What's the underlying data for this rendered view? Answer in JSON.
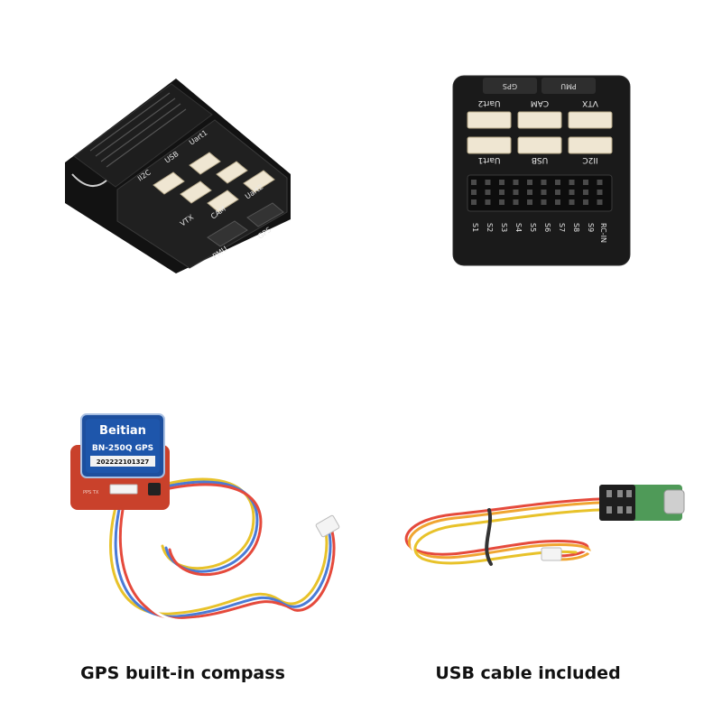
{
  "top_left_module": {
    "port_labels": [
      "Uart1",
      "USB",
      "II2C",
      "Uart2",
      "CAM",
      "VTX",
      "GPS",
      "PMU"
    ]
  },
  "top_right_module": {
    "header_labels": [
      "GPS",
      "PMU"
    ],
    "port_labels_top": [
      "Uart2",
      "CAM",
      "VTX"
    ],
    "port_labels_bottom": [
      "Uart1",
      "USB",
      "II2C"
    ],
    "pin_labels": [
      "S1",
      "S2",
      "S3",
      "S4",
      "S5",
      "S6",
      "S7",
      "S8",
      "S9",
      "RC-IN"
    ]
  },
  "gps_module": {
    "brand": "Beitian",
    "model": "BN-250Q GPS",
    "serial": "202222101327",
    "board_mark": "PPS TX"
  },
  "captions": {
    "left": "GPS built-in compass",
    "right": "USB cable included"
  },
  "colors": {
    "module_body": "#1b1b1b",
    "connector": "#efe6d2",
    "gps_blue": "#1d4f9e",
    "pcb_red": "#c9412b",
    "usb_green": "#4f9a58"
  }
}
